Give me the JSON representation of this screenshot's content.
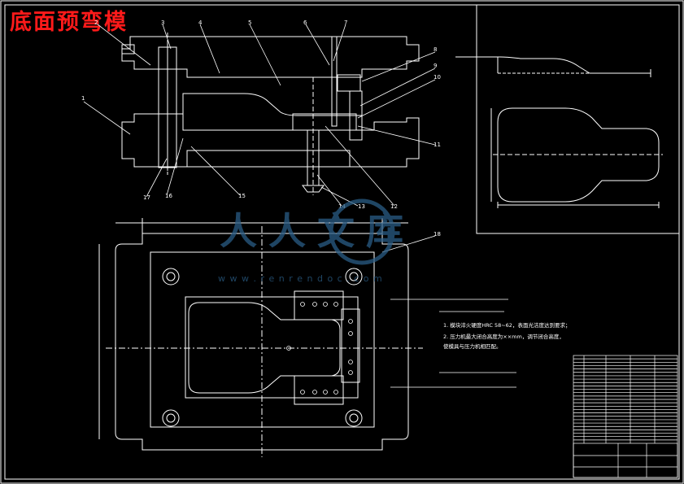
{
  "drawing": {
    "title": "底面预弯模",
    "title_color": "#ff1a1a",
    "line_color": "#ffffff",
    "background": "#000000"
  },
  "section_view": {
    "part_numbers": [
      "1",
      "2",
      "3",
      "4",
      "5",
      "6",
      "7",
      "8",
      "9",
      "10",
      "11",
      "12",
      "13",
      "14",
      "15",
      "16",
      "17",
      "18"
    ]
  },
  "technical_notes": {
    "line1": "1. 模块淬火硬度HRC 58~62，表面光洁度达到要求；",
    "line2": "2. 压力机最大闭合高度为××mm，调节闭合高度，",
    "line3": "使模具与压力机相匹配。"
  },
  "watermark": {
    "text_cn": "人人文库",
    "url": "w w w . r e n r e n d o c . c o m",
    "color": "#2a5d86"
  },
  "title_block": {
    "rows": 26
  }
}
